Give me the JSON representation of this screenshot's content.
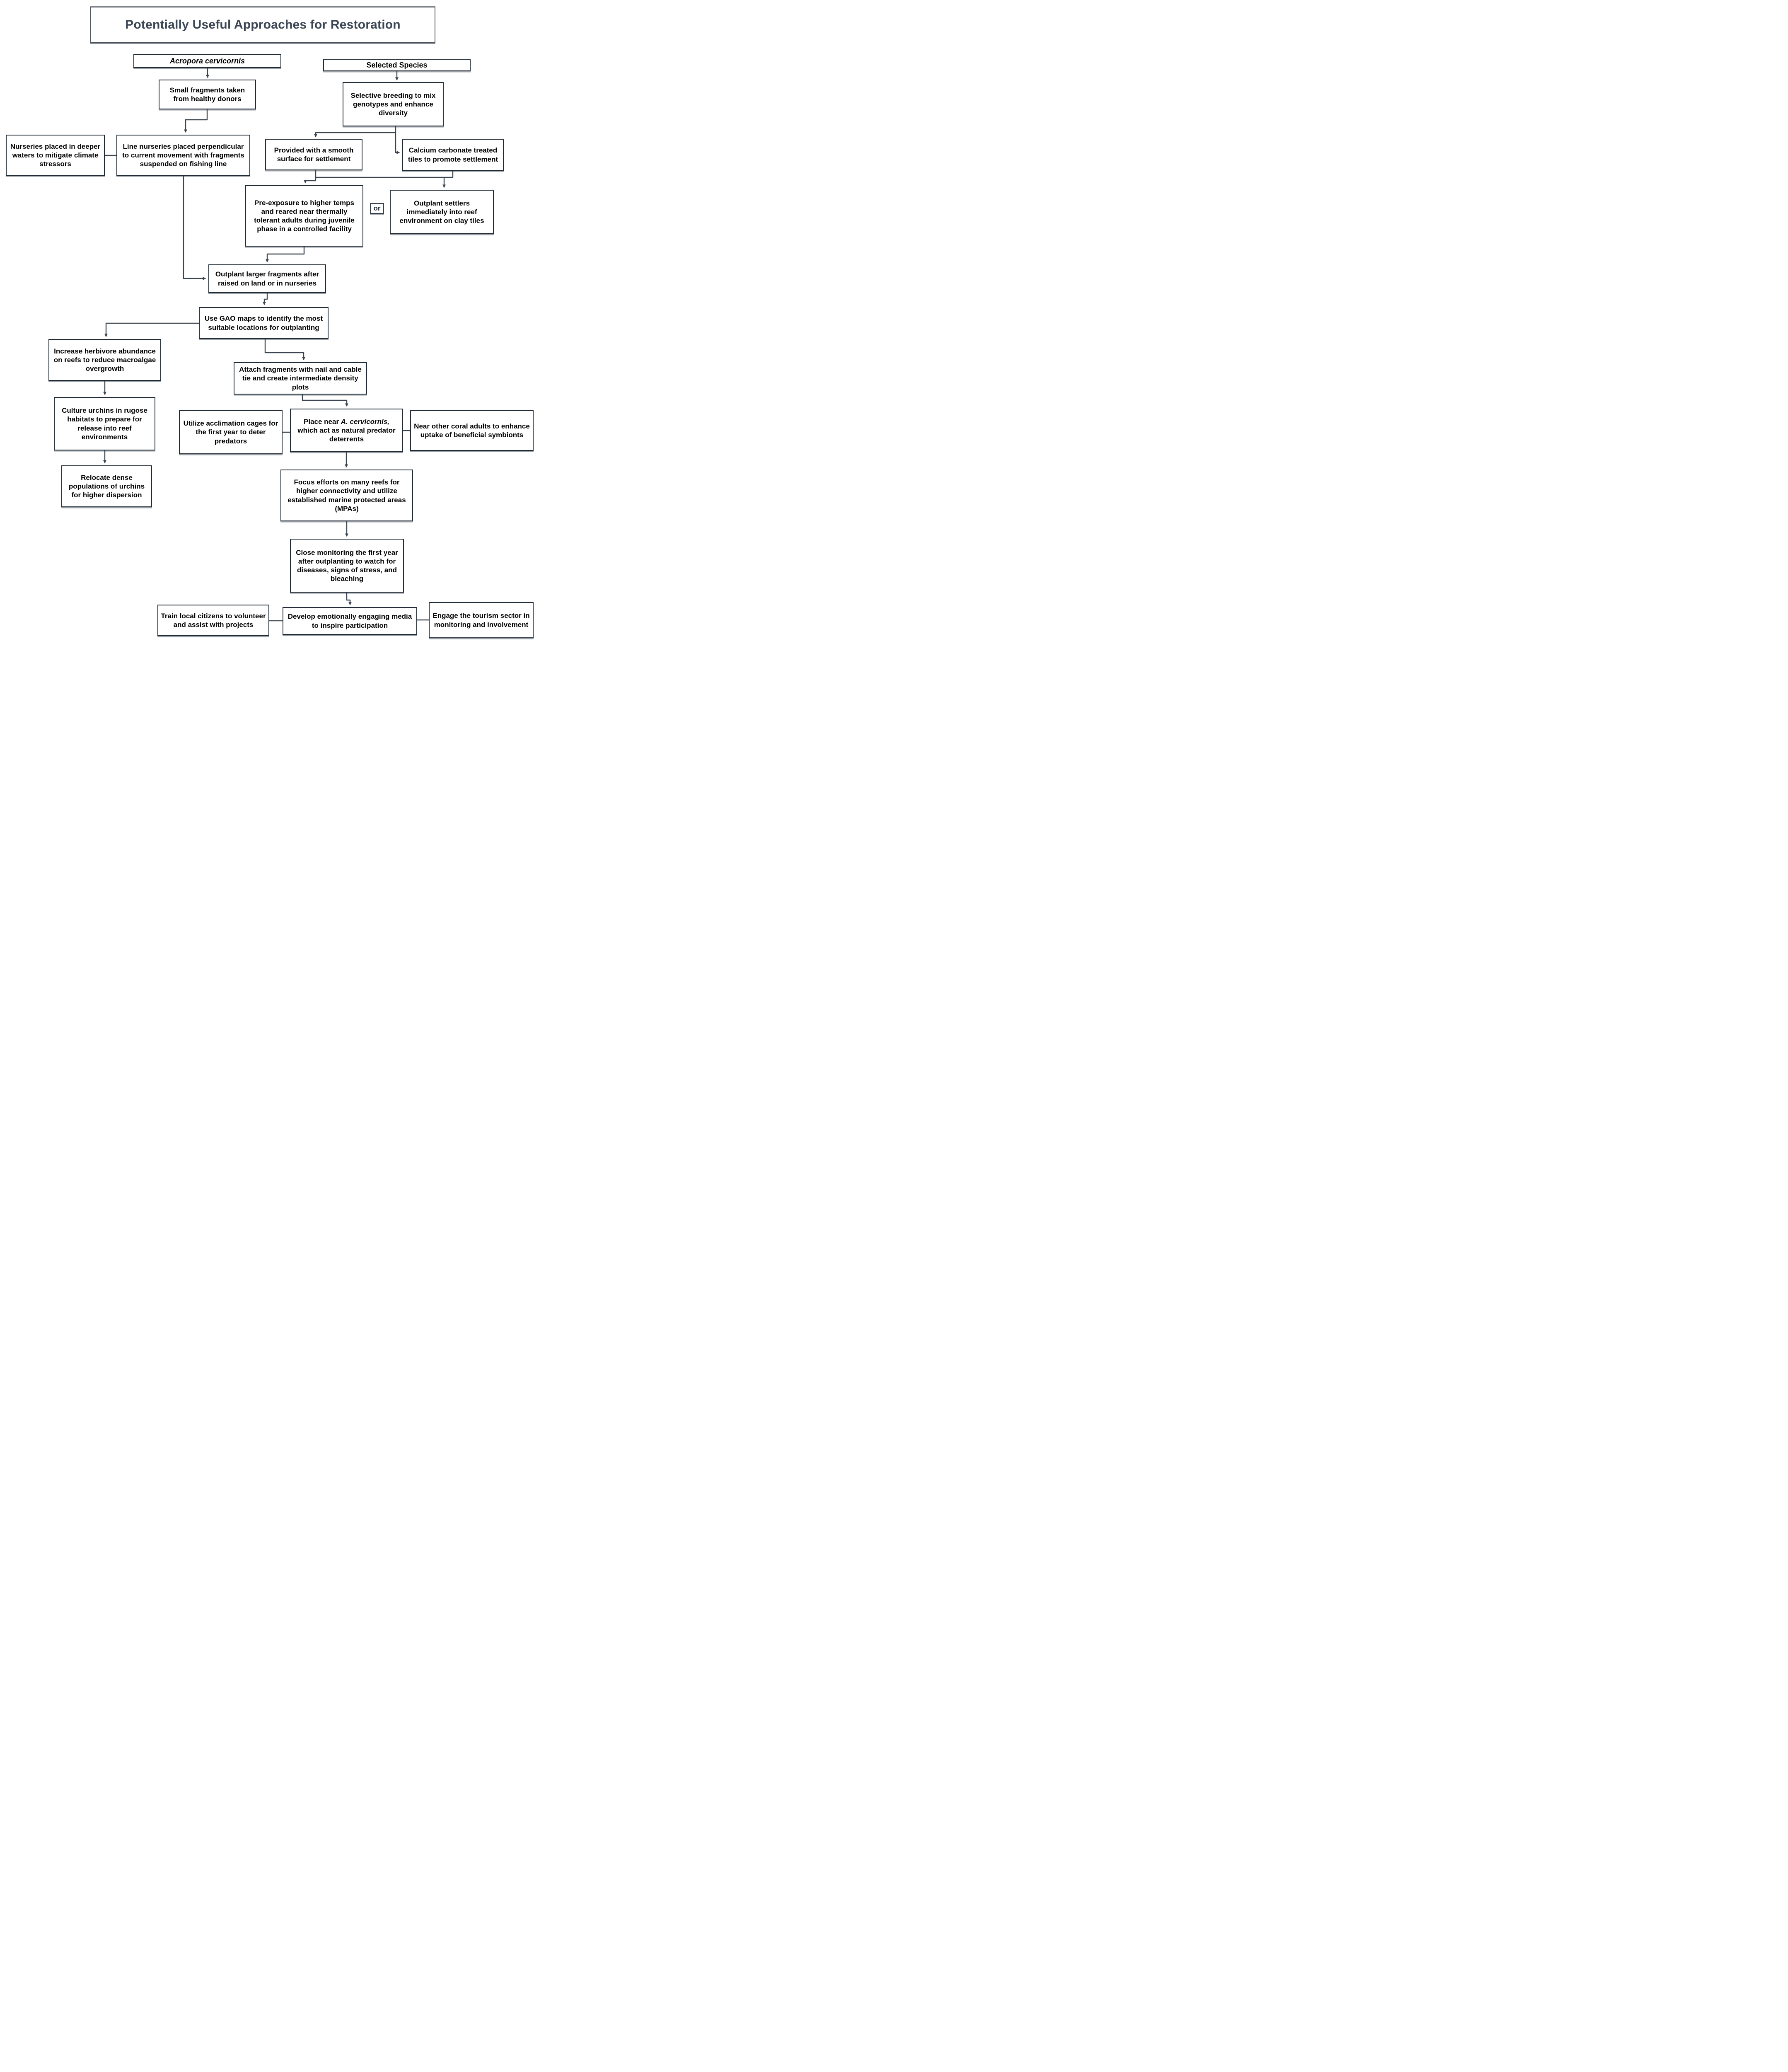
{
  "title": "Potentially Useful Approaches for Restoration",
  "connector_label": "or",
  "colors": {
    "background": "#ffffff",
    "box_fill": "#ffffff",
    "box_border": "#222c36",
    "line": "#3a4550",
    "text": "#030303",
    "title_text": "#3b4654"
  },
  "nodes": {
    "acropora": "Acropora cervicornis",
    "small_fragments": "Small fragments taken from healthy donors",
    "selected_species": "Selected Species",
    "selective_breeding": "Selective breeding to mix genotypes and enhance diversity",
    "nurseries_deeper": "Nurseries placed in deeper waters to mitigate climate stressors",
    "line_nurseries": "Line nurseries placed perpendicular to current movement with fragments suspended on fishing line",
    "provided_smooth": "Provided with a smooth surface for settlement",
    "calcium_tiles": "Calcium carbonate treated tiles to promote settlement",
    "pre_exposure": "Pre-exposure to higher temps and reared near thermally tolerant adults during juvenile phase in a controlled facility",
    "outplant_settlers": "Outplant settlers immediately into reef environment on clay tiles",
    "outplant_larger": "Outplant larger fragments after raised on land or in nurseries",
    "use_gao": "Use GAO maps to identify the most suitable locations for outplanting",
    "increase_herbivore": "Increase herbivore abundance on reefs to reduce macroalgae overgrowth",
    "culture_urchins": "Culture urchins in rugose habitats to prepare for release into reef environments",
    "relocate_urchins": "Relocate dense populations of urchins for higher dispersion",
    "attach_fragments": "Attach fragments with nail and cable tie and create intermediate density plots",
    "utilize_cages": "Utilize acclimation cages for the first year to deter predators",
    "place_near": {
      "pre": "Place near ",
      "italic": "A. cervicornis,",
      "post": " which act as natural predator deterrents"
    },
    "near_other": "Near other coral adults to enhance uptake of beneficial symbionts",
    "focus_efforts": "Focus efforts on many reefs for higher connectivity and utilize established marine protected areas (MPAs)",
    "close_monitoring": "Close monitoring the first year after outplanting to watch for diseases, signs of stress, and bleaching",
    "train_local": "Train local citizens to volunteer and assist with projects",
    "develop_media": "Develop emotionally engaging media to inspire participation",
    "engage_tourism": "Engage the tourism sector in monitoring and involvement"
  }
}
